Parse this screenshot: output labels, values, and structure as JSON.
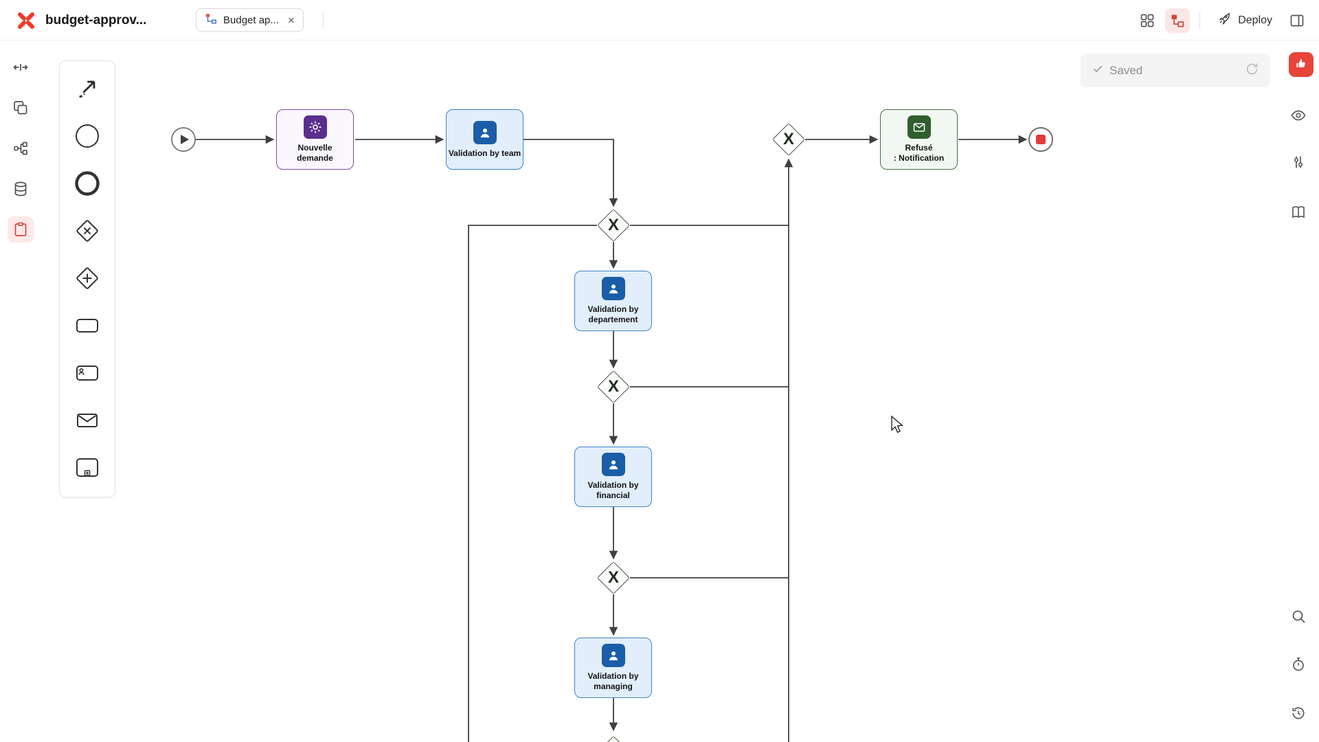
{
  "header": {
    "title": "budget-approv...",
    "tab_label": "Budget ap...",
    "deploy_label": "Deploy"
  },
  "status": {
    "saved_label": "Saved"
  },
  "canvas": {
    "gateway_symbol": "X",
    "nodes": {
      "nouvelle_demande": "Nouvelle demande",
      "validation_team": "Validation by team",
      "validation_departement": "Validation by departement",
      "validation_financial": "Validation by financial",
      "validation_managing": "Validation by managing",
      "refuse_notification": "Refusé\n: Notification"
    }
  },
  "colors": {
    "brand_red": "#f23a29",
    "active_red": "#d4453c",
    "user_task_fill": "#e2eefb",
    "user_task_border": "#3e83c6",
    "user_task_icon": "#1a5da8",
    "service_task_border": "#7b4fa0",
    "service_task_icon": "#5b2d8e",
    "mail_task_border": "#456f45",
    "mail_task_icon": "#2f5e2f",
    "end_event_red": "#e23b3b",
    "feedback_button_red": "#e8443a"
  }
}
